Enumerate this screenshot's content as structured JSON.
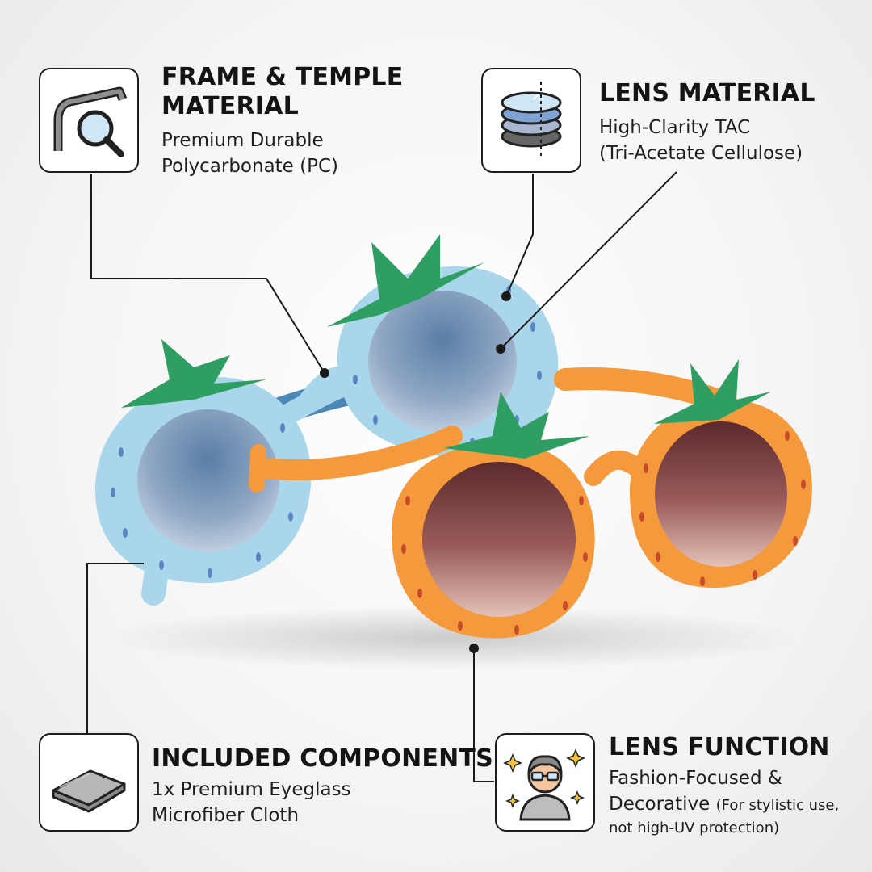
{
  "callouts": {
    "frame": {
      "title_line1": "FRAME & TEMPLE",
      "title_line2": "MATERIAL",
      "desc_line1": "Premium Durable",
      "desc_line2": "Polycarbonate (PC)",
      "icon": "eyeglass-temple-magnifier-icon"
    },
    "lens_material": {
      "title": "LENS MATERIAL",
      "desc_line1": "High-Clarity TAC",
      "desc_line2": "(Tri-Acetate Cellulose)",
      "icon": "lens-layers-icon"
    },
    "components": {
      "title": "INCLUDED COMPONENTS",
      "desc_line1": "1x Premium Eyeglass",
      "desc_line2": "Microfiber Cloth",
      "icon": "folded-cloth-icon"
    },
    "lens_function": {
      "title": "LENS FUNCTION",
      "desc_line1": "Fashion-Focused &",
      "desc_line2_main": "Decorative",
      "desc_line2_note": "(For stylistic use,",
      "desc_line3": "not high-UV protection)",
      "icon": "person-with-glasses-sparkles-icon"
    }
  },
  "colors": {
    "blue_frame": "#a9d6ea",
    "orange_frame": "#f59a3c",
    "leaf_green": "#2f9e62",
    "line": "#1a1a1a"
  }
}
